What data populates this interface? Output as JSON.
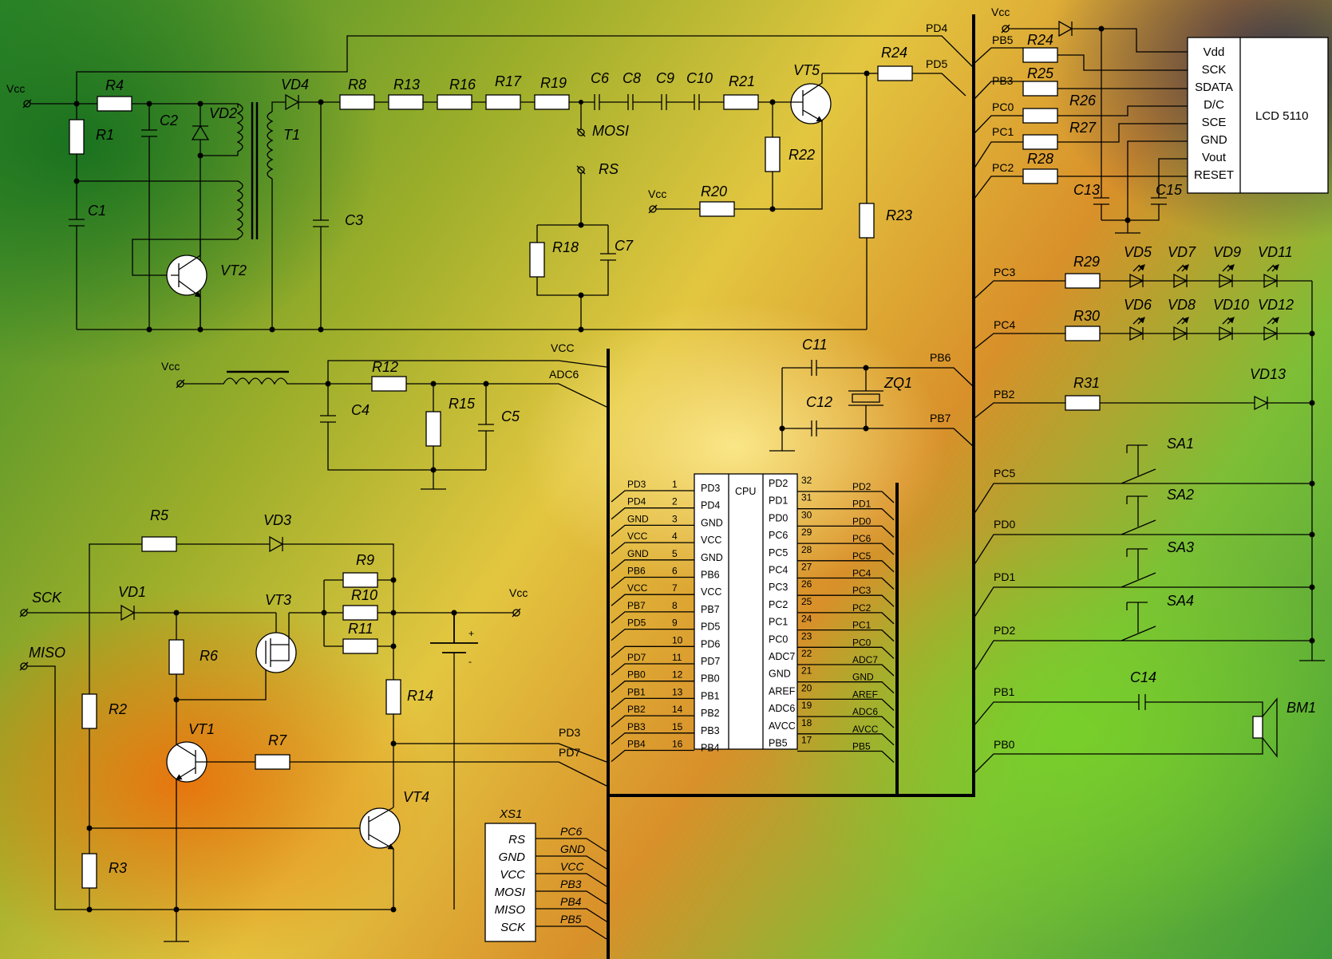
{
  "net_labels": {
    "vcc_tl": "Vcc",
    "vcc_r20": "Vcc",
    "vcc_l4": "Vcc",
    "vcc_vt3": "Vcc",
    "vcc_lcd": "Vcc",
    "pd4_top": "PD4",
    "pd5_top": "PD5",
    "mosi_tp": "MOSI",
    "rs_tp": "RS",
    "vcc_bus": "VCC",
    "adc6_bus": "ADC6",
    "pb6_q": "PB6",
    "pb7_q": "PB7",
    "sck_in": "SCK",
    "miso_in": "MISO",
    "pd3_bot": "PD3",
    "pd7_bot": "PD7",
    "pb5_lcd": "PB5",
    "pb3_lcd": "PB3",
    "pc0_lcd": "PC0",
    "pc1_lcd": "PC1",
    "pc2_lcd": "PC2",
    "pc3_led": "PC3",
    "pc4_led": "PC4",
    "pb2_led": "PB2",
    "pc5_sw": "PC5",
    "pd0_sw": "PD0",
    "pd1_sw": "PD1",
    "pd2_sw": "PD2",
    "pb1_bz": "PB1",
    "pb0_bz": "PB0"
  },
  "components": {
    "R1": "R1",
    "R2": "R2",
    "R3": "R3",
    "R4": "R4",
    "R5": "R5",
    "R6": "R6",
    "R7": "R7",
    "R8": "R8",
    "R9": "R9",
    "R10": "R10",
    "R11": "R11",
    "R12": "R12",
    "R13": "R13",
    "R14": "R14",
    "R15": "R15",
    "R16": "R16",
    "R17": "R17",
    "R18": "R18",
    "R19": "R19",
    "R20": "R20",
    "R21": "R21",
    "R22": "R22",
    "R23": "R23",
    "R24a": "R24",
    "R24b": "R24",
    "R25": "R25",
    "R26": "R26",
    "R27": "R27",
    "R28": "R28",
    "R29": "R29",
    "R30": "R30",
    "R31": "R31",
    "C1": "C1",
    "C2": "C2",
    "C3": "C3",
    "C4": "C4",
    "C5": "C5",
    "C6": "C6",
    "C7": "C7",
    "C8": "C8",
    "C9": "C9",
    "C10": "C10",
    "C11": "C11",
    "C12": "C12",
    "C13": "C13",
    "C14": "C14",
    "C15": "C15",
    "VD1": "VD1",
    "VD2": "VD2",
    "VD3": "VD3",
    "VD4": "VD4",
    "VD5": "VD5",
    "VD6": "VD6",
    "VD7": "VD7",
    "VD8": "VD8",
    "VD9": "VD9",
    "VD10": "VD10",
    "VD11": "VD11",
    "VD12": "VD12",
    "VD13": "VD13",
    "VT1": "VT1",
    "VT2": "VT2",
    "VT3": "VT3",
    "VT4": "VT4",
    "VT5": "VT5",
    "T1": "T1",
    "ZQ1": "ZQ1",
    "SA1": "SA1",
    "SA2": "SA2",
    "SA3": "SA3",
    "SA4": "SA4",
    "BM1": "BM1",
    "XS1": "XS1"
  },
  "battery": {
    "plus": "+",
    "minus": "-"
  },
  "cpu": {
    "title": "CPU",
    "left_pins": [
      {
        "num": "1",
        "inner": "PD3",
        "outer": "PD3"
      },
      {
        "num": "2",
        "inner": "PD4",
        "outer": "PD4"
      },
      {
        "num": "3",
        "inner": "GND",
        "outer": "GND"
      },
      {
        "num": "4",
        "inner": "VCC",
        "outer": "VCC"
      },
      {
        "num": "5",
        "inner": "GND",
        "outer": "GND"
      },
      {
        "num": "6",
        "inner": "PB6",
        "outer": "PB6"
      },
      {
        "num": "7",
        "inner": "VCC",
        "outer": "VCC"
      },
      {
        "num": "8",
        "inner": "PB7",
        "outer": "PB7"
      },
      {
        "num": "9",
        "inner": "PD5",
        "outer": "PD5"
      },
      {
        "num": "10",
        "inner": "PD6",
        "outer": ""
      },
      {
        "num": "11",
        "inner": "PD7",
        "outer": "PD7"
      },
      {
        "num": "12",
        "inner": "PB0",
        "outer": "PB0"
      },
      {
        "num": "13",
        "inner": "PB1",
        "outer": "PB1"
      },
      {
        "num": "14",
        "inner": "PB2",
        "outer": "PB2"
      },
      {
        "num": "15",
        "inner": "PB3",
        "outer": "PB3"
      },
      {
        "num": "16",
        "inner": "PB4",
        "outer": "PB4"
      }
    ],
    "right_pins": [
      {
        "num": "32",
        "inner": "PD2",
        "outer": "PD2"
      },
      {
        "num": "31",
        "inner": "PD1",
        "outer": "PD1"
      },
      {
        "num": "30",
        "inner": "PD0",
        "outer": "PD0"
      },
      {
        "num": "29",
        "inner": "PC6",
        "outer": "PC6"
      },
      {
        "num": "28",
        "inner": "PC5",
        "outer": "PC5"
      },
      {
        "num": "27",
        "inner": "PC4",
        "outer": "PC4"
      },
      {
        "num": "26",
        "inner": "PC3",
        "outer": "PC3"
      },
      {
        "num": "25",
        "inner": "PC2",
        "outer": "PC2"
      },
      {
        "num": "24",
        "inner": "PC1",
        "outer": "PC1"
      },
      {
        "num": "23",
        "inner": "PC0",
        "outer": "PC0"
      },
      {
        "num": "22",
        "inner": "ADC7",
        "outer": "ADC7"
      },
      {
        "num": "21",
        "inner": "GND",
        "outer": "GND"
      },
      {
        "num": "20",
        "inner": "AREF",
        "outer": "AREF"
      },
      {
        "num": "19",
        "inner": "ADC6",
        "outer": "ADC6"
      },
      {
        "num": "18",
        "inner": "AVCC",
        "outer": "AVCC"
      },
      {
        "num": "17",
        "inner": "PB5",
        "outer": "PB5"
      }
    ]
  },
  "lcd": {
    "title": "LCD 5110",
    "pins": [
      "Vdd",
      "SCK",
      "SDATA",
      "D/C",
      "SCE",
      "GND",
      "Vout",
      "RESET"
    ]
  },
  "xs1": {
    "inner": [
      "RS",
      "GND",
      "VCC",
      "MOSI",
      "MISO",
      "SCK"
    ],
    "outer": [
      "PC6",
      "GND",
      "VCC",
      "PB3",
      "PB4",
      "PB5"
    ]
  }
}
